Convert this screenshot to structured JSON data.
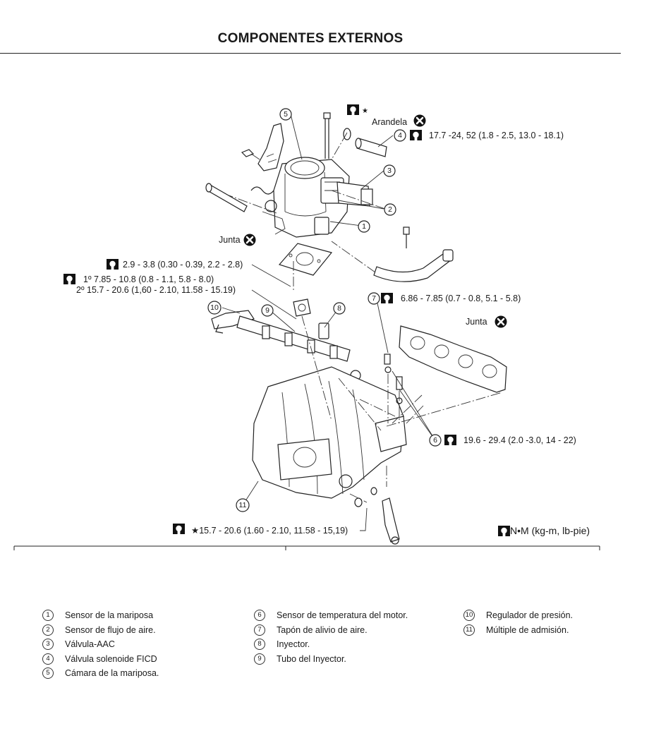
{
  "title": "COMPONENTES EXTERNOS",
  "icons": {
    "torque": "torque-wrench-icon",
    "replace": "circled-x-icon",
    "star": "star-icon"
  },
  "callouts": {
    "arandela": "Arandela",
    "junta_upper": "Junta",
    "junta_right": "Junta",
    "t4": "17.7 -24, 52 (1.8 - 2.5, 13.0 - 18.1)",
    "t_gasket": "2.9 - 3.8 (0.30 - 0.39, 2.2 - 2.8)",
    "t_first": "1º  7.85 - 10.8 (0.8 - 1.1, 5.8 - 8.0)",
    "t_second": "2º  15.7 - 20.6 (1,60 - 2.10, 11.58 - 15.19)",
    "t7": "6.86 - 7.85 (0.7 - 0.8, 5.1 - 5.8)",
    "t6": "19.6 - 29.4 (2.0 -3.0, 14 - 22)",
    "t_star": "★15.7 - 20.6 (1.60 - 2.10, 11.58 - 15,19)",
    "units": "N•M (kg-m, lb-pie)",
    "star_mark": "★"
  },
  "part_numbers": [
    "1",
    "2",
    "3",
    "4",
    "5",
    "6",
    "7",
    "8",
    "9",
    "10",
    "11"
  ],
  "legend": {
    "col1": [
      {
        "num": "1",
        "text": "Sensor de la mariposa"
      },
      {
        "num": "2",
        "text": "Sensor de flujo de aire."
      },
      {
        "num": "3",
        "text": "Válvula-AAC"
      },
      {
        "num": "4",
        "text": "Válvula solenoide FICD"
      },
      {
        "num": "5",
        "text": "Cámara de la mariposa."
      }
    ],
    "col2": [
      {
        "num": "6",
        "text": "Sensor de temperatura del motor."
      },
      {
        "num": "7",
        "text": "Tapón de alivio de aire."
      },
      {
        "num": "8",
        "text": "Inyector."
      },
      {
        "num": "9",
        "text": "Tubo del Inyector."
      }
    ],
    "col3": [
      {
        "num": "10",
        "text": "Regulador de presión."
      },
      {
        "num": "11",
        "text": "Múltiple de admisión."
      }
    ]
  }
}
